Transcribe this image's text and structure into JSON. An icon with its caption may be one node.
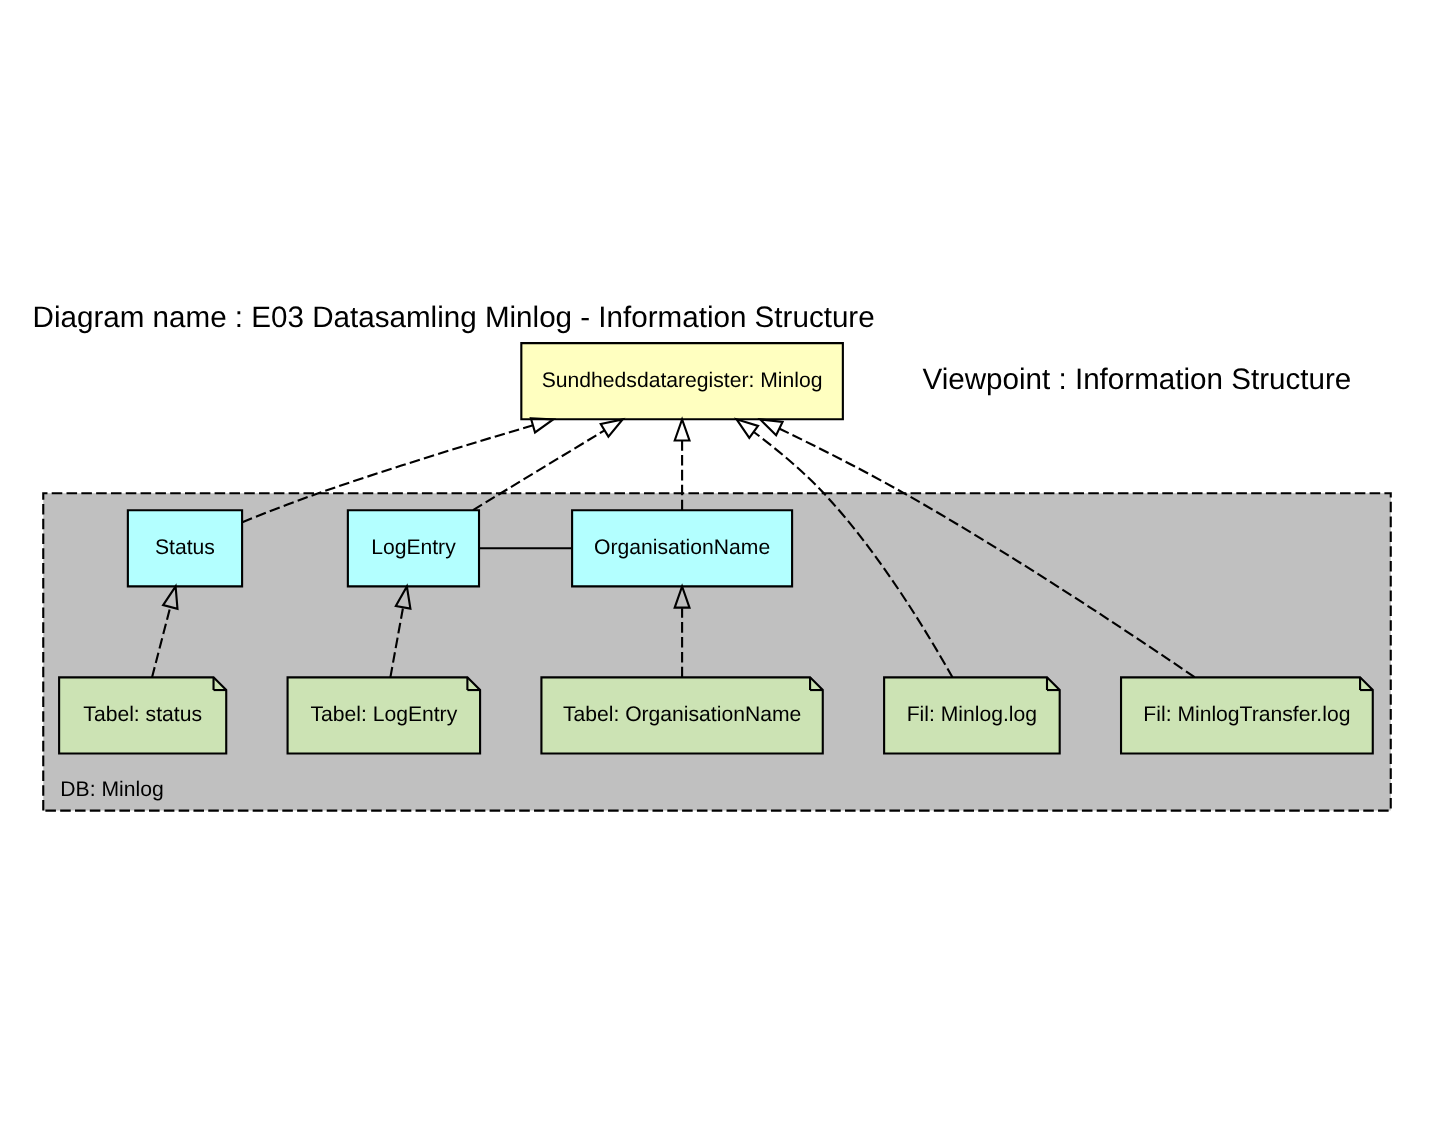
{
  "diagram": {
    "title": "Diagram name : E03 Datasamling Minlog - Information Structure",
    "nodes": [
      {
        "text": [
          "Sundhedsdataregister: Minlog"
        ]
      },
      {
        "text": [
          "DB: Minlog"
        ]
      },
      {
        "text": [
          "OrganisationName"
        ],
        "in": 1
      },
      {
        "text": [
          "LogEntry"
        ],
        "in": 1
      },
      {
        "text": [
          "Status"
        ],
        "in": 1
      },
      {
        "text": [
          "Tabel: OrganisationName"
        ],
        "in": 1
      },
      {
        "text": [
          "Tabel: LogEntry"
        ],
        "in": 1
      },
      {
        "text": [
          "Tabel: status"
        ],
        "in": 1
      },
      {
        "text": [
          "Fil: Minlog.log"
        ],
        "in": 1
      },
      {
        "text": [
          "Fil: MinlogTransfer.log"
        ],
        "in": 1
      }
    ],
    "edges": [
      {
        "from": 2,
        "to": 0,
        "arrow": "to",
        "style": "dashed"
      },
      {
        "from": 3,
        "to": 0,
        "arrow": "to",
        "style": "dashed"
      },
      {
        "from": 4,
        "to": 0,
        "arrow": "to",
        "style": "dashed"
      },
      {
        "from": 8,
        "to": 0,
        "arrow": "to",
        "style": "dashed"
      },
      {
        "from": 9,
        "to": 0,
        "arrow": "to",
        "style": "dashed"
      },
      {
        "from": 2,
        "to": 3,
        "arrow": "none"
      },
      {
        "from": 5,
        "to": 2,
        "arrow": "to",
        "style": "dashed"
      },
      {
        "from": 6,
        "to": 3,
        "arrow": "to",
        "style": "dashed"
      },
      {
        "from": 7,
        "to": 4,
        "arrow": "to",
        "style": "dashed"
      }
    ],
    "labels": [
      "Viewpoint : Information Structure"
    ]
  }
}
